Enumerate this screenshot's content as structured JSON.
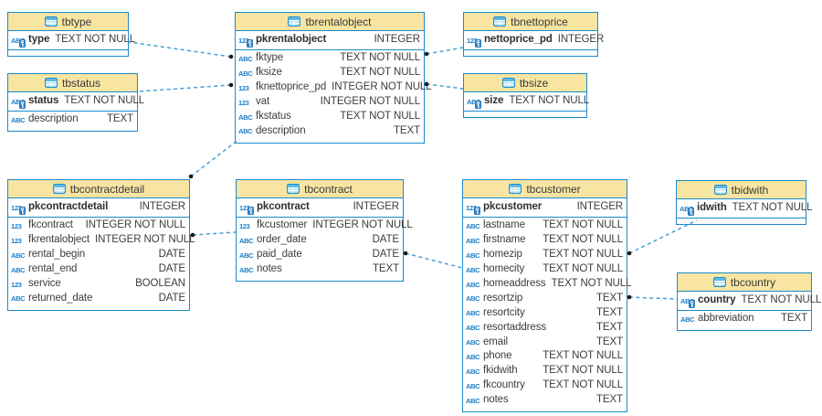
{
  "diagram": {
    "kind": "entity-relationship-diagram",
    "colors": {
      "table_border": "#1b8bcb",
      "header_fill": "#f8e5a2",
      "relation_line": "#459fd9",
      "relation_dot": "#1a1a1a",
      "text": "#3c3c3c",
      "icon_blue": "#1e7fc6",
      "key_badge": "#2d7dc0"
    }
  },
  "icons": {
    "table": "table-grid-icon",
    "text_type": "ABC",
    "number_type": "123",
    "primary_key": "key-badge-icon"
  },
  "tables": [
    {
      "name": "tbtype",
      "fields": [
        {
          "name": "type",
          "type": "TEXT NOT NULL",
          "icon": "text",
          "pk": true
        }
      ]
    },
    {
      "name": "tbstatus",
      "fields": [
        {
          "name": "status",
          "type": "TEXT NOT NULL",
          "icon": "text",
          "pk": true
        },
        {
          "name": "description",
          "type": "TEXT",
          "icon": "text",
          "pk": false
        }
      ]
    },
    {
      "name": "tbrentalobject",
      "fields": [
        {
          "name": "pkrentalobject",
          "type": "INTEGER",
          "icon": "number",
          "pk": true
        },
        {
          "name": "fktype",
          "type": "TEXT NOT NULL",
          "icon": "text",
          "pk": false
        },
        {
          "name": "fksize",
          "type": "TEXT NOT NULL",
          "icon": "text",
          "pk": false
        },
        {
          "name": "fknettoprice_pd",
          "type": "INTEGER NOT NULL",
          "icon": "number",
          "pk": false
        },
        {
          "name": "vat",
          "type": "INTEGER NOT NULL",
          "icon": "number",
          "pk": false
        },
        {
          "name": "fkstatus",
          "type": "TEXT NOT NULL",
          "icon": "text",
          "pk": false
        },
        {
          "name": "description",
          "type": "TEXT",
          "icon": "text",
          "pk": false
        }
      ]
    },
    {
      "name": "tbnettoprice",
      "fields": [
        {
          "name": "nettoprice_pd",
          "type": "INTEGER",
          "icon": "number",
          "pk": true
        }
      ]
    },
    {
      "name": "tbsize",
      "fields": [
        {
          "name": "size",
          "type": "TEXT NOT NULL",
          "icon": "text",
          "pk": true
        }
      ]
    },
    {
      "name": "tbcontractdetail",
      "fields": [
        {
          "name": "pkcontractdetail",
          "type": "INTEGER",
          "icon": "number",
          "pk": true
        },
        {
          "name": "fkcontract",
          "type": "INTEGER NOT NULL",
          "icon": "number",
          "pk": false
        },
        {
          "name": "fkrentalobject",
          "type": "INTEGER NOT NULL",
          "icon": "number",
          "pk": false
        },
        {
          "name": "rental_begin",
          "type": "DATE",
          "icon": "text",
          "pk": false
        },
        {
          "name": "rental_end",
          "type": "DATE",
          "icon": "text",
          "pk": false
        },
        {
          "name": "service",
          "type": "BOOLEAN",
          "icon": "number",
          "pk": false
        },
        {
          "name": "returned_date",
          "type": "DATE",
          "icon": "text",
          "pk": false
        }
      ]
    },
    {
      "name": "tbcontract",
      "fields": [
        {
          "name": "pkcontract",
          "type": "INTEGER",
          "icon": "number",
          "pk": true
        },
        {
          "name": "fkcustomer",
          "type": "INTEGER NOT NULL",
          "icon": "number",
          "pk": false
        },
        {
          "name": "order_date",
          "type": "DATE",
          "icon": "text",
          "pk": false
        },
        {
          "name": "paid_date",
          "type": "DATE",
          "icon": "text",
          "pk": false
        },
        {
          "name": "notes",
          "type": "TEXT",
          "icon": "text",
          "pk": false
        }
      ]
    },
    {
      "name": "tbcustomer",
      "fields": [
        {
          "name": "pkcustomer",
          "type": "INTEGER",
          "icon": "number",
          "pk": true
        },
        {
          "name": "lastname",
          "type": "TEXT NOT NULL",
          "icon": "text",
          "pk": false
        },
        {
          "name": "firstname",
          "type": "TEXT NOT NULL",
          "icon": "text",
          "pk": false
        },
        {
          "name": "homezip",
          "type": "TEXT NOT NULL",
          "icon": "text",
          "pk": false
        },
        {
          "name": "homecity",
          "type": "TEXT NOT NULL",
          "icon": "text",
          "pk": false
        },
        {
          "name": "homeaddress",
          "type": "TEXT NOT NULL",
          "icon": "text",
          "pk": false
        },
        {
          "name": "resortzip",
          "type": "TEXT",
          "icon": "text",
          "pk": false
        },
        {
          "name": "resortcity",
          "type": "TEXT",
          "icon": "text",
          "pk": false
        },
        {
          "name": "resortaddress",
          "type": "TEXT",
          "icon": "text",
          "pk": false
        },
        {
          "name": "email",
          "type": "TEXT",
          "icon": "text",
          "pk": false
        },
        {
          "name": "phone",
          "type": "TEXT NOT NULL",
          "icon": "text",
          "pk": false
        },
        {
          "name": "fkidwith",
          "type": "TEXT NOT NULL",
          "icon": "text",
          "pk": false
        },
        {
          "name": "fkcountry",
          "type": "TEXT NOT NULL",
          "icon": "text",
          "pk": false
        },
        {
          "name": "notes",
          "type": "TEXT",
          "icon": "text",
          "pk": false
        }
      ]
    },
    {
      "name": "tbidwith",
      "fields": [
        {
          "name": "idwith",
          "type": "TEXT NOT NULL",
          "icon": "text",
          "pk": true
        }
      ]
    },
    {
      "name": "tbcountry",
      "fields": [
        {
          "name": "country",
          "type": "TEXT NOT NULL",
          "icon": "text",
          "pk": true
        },
        {
          "name": "abbreviation",
          "type": "TEXT",
          "icon": "text",
          "pk": false
        }
      ]
    }
  ],
  "connections": [
    {
      "from": "tbrentalobject.fktype",
      "to": "tbtype.type"
    },
    {
      "from": "tbrentalobject.fkstatus",
      "to": "tbstatus.status"
    },
    {
      "from": "tbrentalobject.fknettoprice_pd",
      "to": "tbnettoprice.nettoprice_pd"
    },
    {
      "from": "tbrentalobject.fksize",
      "to": "tbsize.size"
    },
    {
      "from": "tbcontractdetail.fkrentalobject",
      "to": "tbrentalobject.pkrentalobject"
    },
    {
      "from": "tbcontractdetail.fkcontract",
      "to": "tbcontract.pkcontract"
    },
    {
      "from": "tbcontract.fkcustomer",
      "to": "tbcustomer.pkcustomer"
    },
    {
      "from": "tbcustomer.fkidwith",
      "to": "tbidwith.idwith"
    },
    {
      "from": "tbcustomer.fkcountry",
      "to": "tbcountry.country"
    }
  ]
}
